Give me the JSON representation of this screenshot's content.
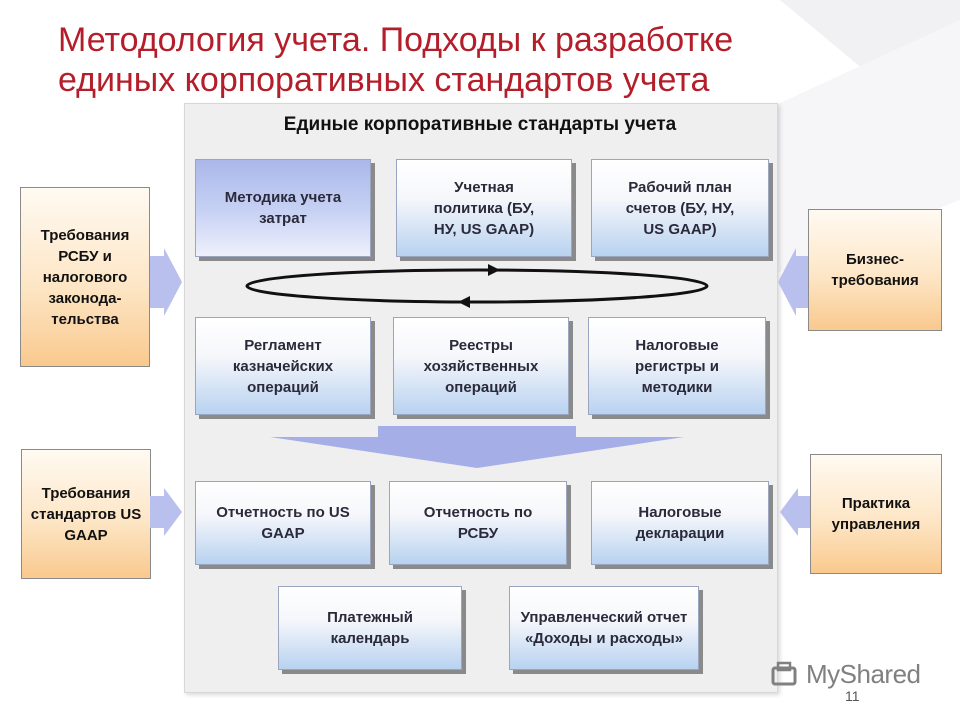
{
  "title": {
    "line1": "Методология учета. Подходы к разработке",
    "line2": "единых корпоративных стандартов учета"
  },
  "panel": {
    "title": "Единые корпоративные стандарты учета"
  },
  "boxes": {
    "b1": "Методика учета затрат",
    "b2": "Учетная политика (БУ, НУ, US GAAP)",
    "b3": "Рабочий план счетов (БУ, НУ, US GAAP)",
    "b4": "Регламент казначейских операций",
    "b5": "Реестры хозяйственных операций",
    "b6": "Налоговые регистры и методики",
    "b7": "Отчетность по US GAAP",
    "b8": "Отчетность по РСБУ",
    "b9": "Налоговые декларации",
    "b10": "Платежный календарь",
    "b11": "Управленческий отчет «Доходы и расходы»"
  },
  "sides": {
    "left1": "Требования РСБУ и налогового законода-тельства",
    "left2": "Требования стандартов US GAAP",
    "right1": "Бизнес-требования",
    "right2": "Практика управления"
  },
  "footer": {
    "page_number": "11",
    "watermark": "MyShared"
  },
  "colors": {
    "title": "#b41e2a",
    "arrow": "#a6aee8",
    "side_box": "#fde6c6"
  }
}
